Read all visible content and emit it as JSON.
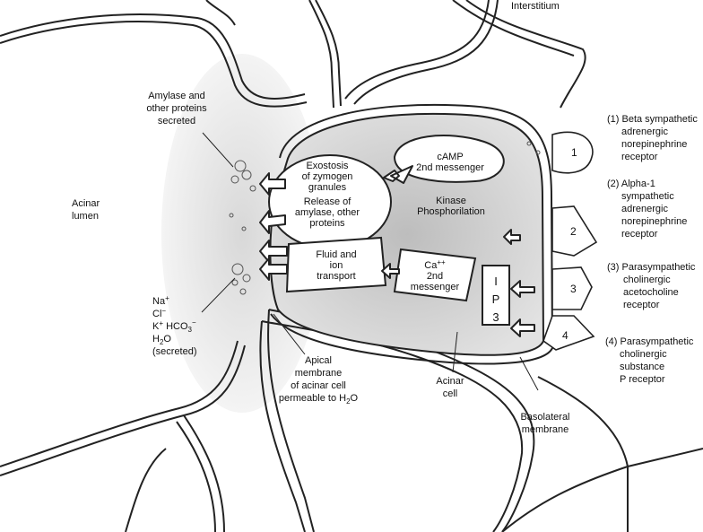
{
  "labels": {
    "interstitium": "Interstitium",
    "amylase_secreted": [
      "Amylase and",
      "other proteins",
      "secreted"
    ],
    "acinar_lumen": [
      "Acinar",
      "lumen"
    ],
    "electrolytes": {
      "na": "Na",
      "na_sup": "+",
      "cl": "Cl",
      "cl_sup": "−",
      "k": "K",
      "k_sup": "+",
      "hco3": " HCO",
      "hco3_sub": "3",
      "hco3_sup": "−",
      "h2o": "H",
      "h2o_sub": "2",
      "h2o_end": "O",
      "secreted": "(secreted)"
    },
    "apical_membrane": [
      "Apical",
      "membrane",
      "of acinar cell",
      "permeable to H"
    ],
    "apical_sub": "2",
    "apical_end": "O",
    "acinar_cell": [
      "Acinar",
      "cell"
    ],
    "basolateral_membrane": [
      "Basolateral",
      "membrane"
    ]
  },
  "boxes": {
    "exostosis": [
      "Exostosis",
      "of zymogen",
      "granules"
    ],
    "release": [
      "Release of",
      "amylase, other",
      "proteins"
    ],
    "camp": [
      "cAMP",
      "2nd messenger"
    ],
    "kinase": [
      "Kinase",
      "Phosphorilation"
    ],
    "fluid": [
      "Fluid and",
      "ion",
      "transport"
    ],
    "ca": [
      "Ca",
      "2nd",
      "messenger"
    ],
    "ca_sup": "++",
    "ip3": [
      "I",
      "P",
      "3"
    ]
  },
  "receptors": [
    "1",
    "2",
    "3",
    "4"
  ],
  "legend": [
    [
      "(1) Beta sympathetic",
      "adrenergic",
      "norepinephrine",
      "receptor"
    ],
    [
      "(2) Alpha-1",
      "sympathetic",
      "adrenergic",
      "norepinephrine",
      "receptor"
    ],
    [
      "(3) Parasympathetic",
      "cholinergic",
      "acetocholine",
      "receptor"
    ],
    [
      "(4) Parasympathetic",
      "cholinergic",
      "substance",
      "P receptor"
    ]
  ]
}
